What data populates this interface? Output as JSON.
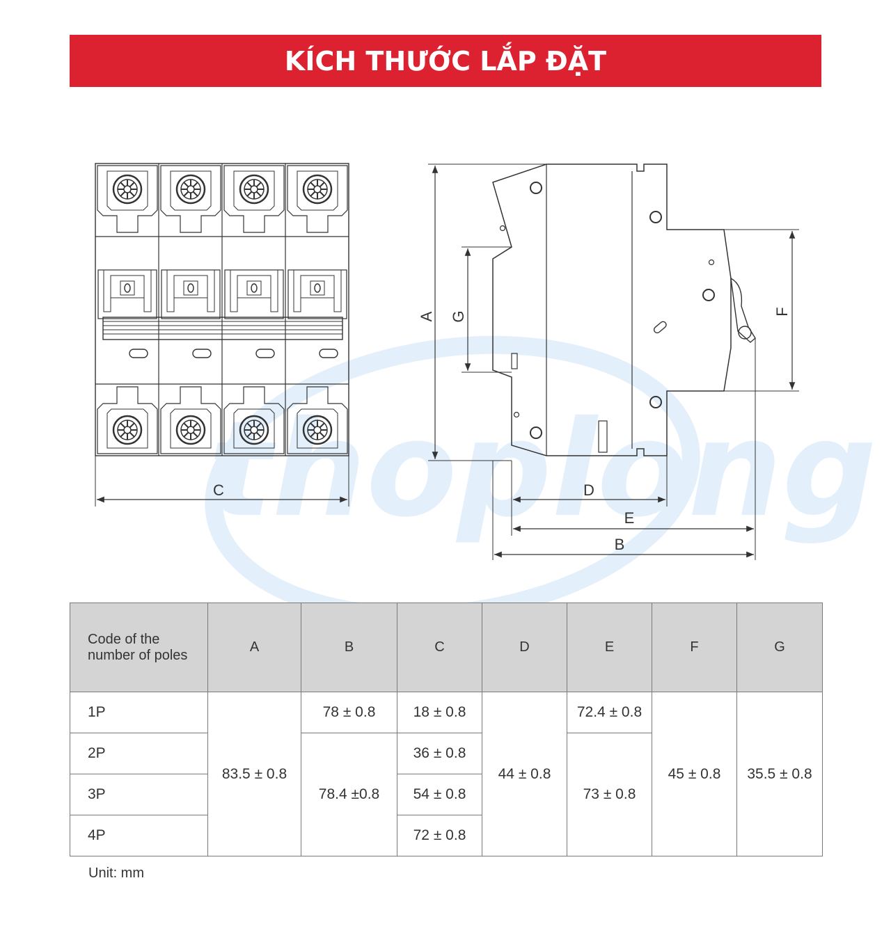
{
  "header": {
    "title": "KÍCH THƯỚC LẮP ĐẶT"
  },
  "watermark": {
    "text": "thoplong",
    "color": "#e3f0fb"
  },
  "colors": {
    "banner": "#dc2230",
    "table_header": "#d4d4d4",
    "line": "#333333"
  },
  "drawing": {
    "labels": {
      "A": "A",
      "B": "B",
      "C": "C",
      "D": "D",
      "E": "E",
      "F": "F",
      "G": "G"
    }
  },
  "table": {
    "header_first": "Code of the number of poles",
    "headers": [
      "A",
      "B",
      "C",
      "D",
      "E",
      "F",
      "G"
    ],
    "poles": [
      "1P",
      "2P",
      "3P",
      "4P"
    ],
    "A": "83.5 ± 0.8",
    "B": [
      "78 ± 0.8",
      "78.4 ±0.8"
    ],
    "C": [
      "18 ± 0.8",
      "36 ± 0.8",
      "54 ± 0.8",
      "72 ± 0.8"
    ],
    "D": "44 ± 0.8",
    "E": [
      "72.4 ± 0.8",
      "73 ± 0.8"
    ],
    "F": "45 ± 0.8",
    "G": "35.5 ± 0.8"
  },
  "footer": {
    "unit": "Unit: mm"
  }
}
